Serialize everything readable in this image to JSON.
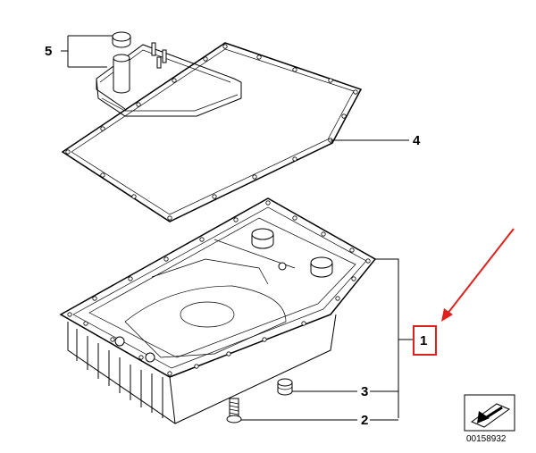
{
  "diagram": {
    "callouts": [
      {
        "id": "c5",
        "label": "5"
      },
      {
        "id": "c4",
        "label": "4"
      },
      {
        "id": "c1",
        "label": "1"
      },
      {
        "id": "c3",
        "label": "3"
      },
      {
        "id": "c2",
        "label": "2"
      }
    ],
    "part_number": "00158932",
    "highlight_color": "#e0201c",
    "line_color": "#000000"
  }
}
